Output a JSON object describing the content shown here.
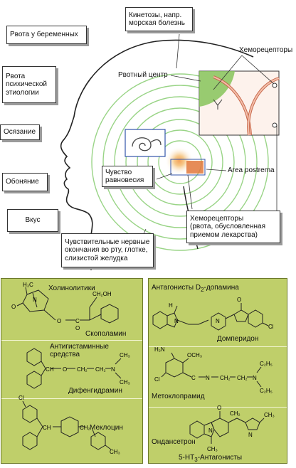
{
  "top": {
    "labels": {
      "pregnancy": "Рвота у беременных",
      "psychic": [
        "Рвота",
        "психической",
        "этиологии"
      ],
      "touch": "Осязание",
      "smell": "Обоняние",
      "taste": "Вкус",
      "kinetoses": [
        "Кинетозы, напр.",
        "морская болезнь"
      ],
      "chemoreceptors": "Хеморецепторы",
      "vomit_center": "Рвотный центр",
      "equilibrium": [
        "Чувство",
        "равновесия"
      ],
      "area_postrema": "Area postrema",
      "chemo_drug": [
        "Хеморецепторы",
        "(рвота, обусловленная",
        "приемом лекарства)"
      ],
      "sensory_endings": [
        "Чувствительные нервные",
        "окончания во рту, глотке,",
        "слизистой желудка"
      ]
    }
  },
  "left_panel": {
    "sections": [
      {
        "title": "Холинолитики",
        "drug": "Скополамин"
      },
      {
        "title": [
          "Антигистаминные",
          "средства"
        ],
        "drug": "Дифенгидрамин"
      },
      {
        "title": "",
        "drug": "Меклоцин"
      }
    ]
  },
  "right_panel": {
    "sections": [
      {
        "title_prefix": "Антагонисты D",
        "title_sub": "2",
        "title_suffix": "-допамина",
        "drug": "Домперидон"
      },
      {
        "title": "",
        "drug": "Метоклопрамид"
      },
      {
        "title": "",
        "drug": "Ондансетрон"
      }
    ],
    "footer_prefix": "5-HT",
    "footer_sub": "3",
    "footer_suffix": "-Антагонисты"
  },
  "colors": {
    "panel": "#bfcf6a",
    "head_green": "#7fc24a",
    "receptor_red": "#c96a4d",
    "focus": "#e2783b"
  }
}
